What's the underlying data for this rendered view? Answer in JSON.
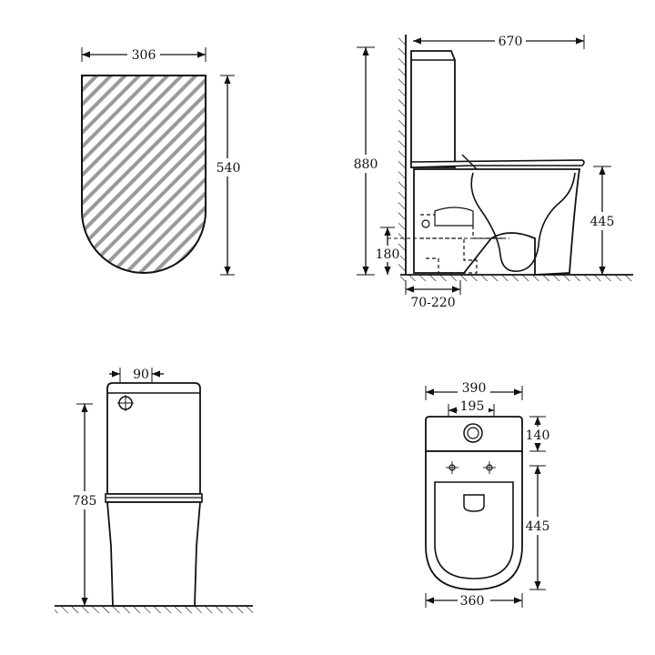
{
  "views": {
    "footprint": {
      "width": "306",
      "height": "540"
    },
    "side": {
      "total_width": "670",
      "total_height": "880",
      "seat_height": "445",
      "outlet_height": "180",
      "outlet_offset": "70-220"
    },
    "front": {
      "inlet_offset": "90",
      "height": "785"
    },
    "top": {
      "total_width": "390",
      "cistern_spacing": "195",
      "cistern_depth": "140",
      "bowl_length": "445",
      "bowl_width": "360"
    }
  },
  "colors": {
    "line": "#111111",
    "hatch": "#9a9a9a",
    "background": "#ffffff"
  }
}
